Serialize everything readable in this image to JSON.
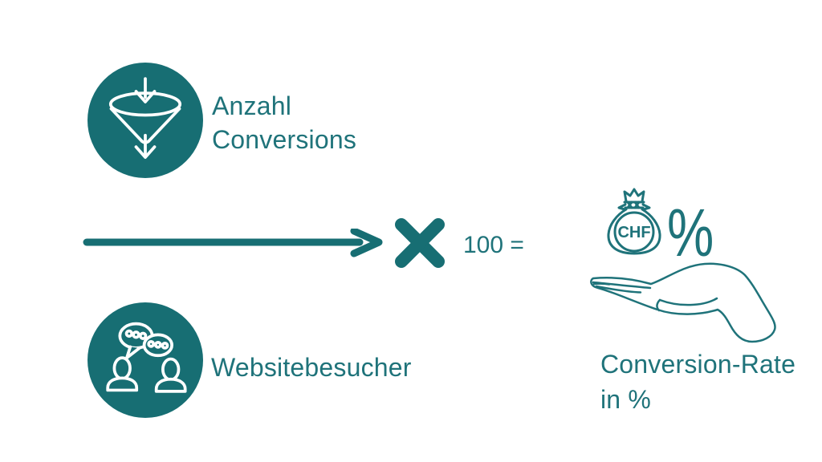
{
  "colors": {
    "teal_fill": "#176e73",
    "teal_text": "#1f737a",
    "teal_outline": "#1f737a",
    "icon_stroke_on_circle": "#ffffff",
    "background": "#ffffff"
  },
  "diagram": {
    "numerator": {
      "icon": "funnel-icon",
      "line1": "Anzahl",
      "line2": "Conversions"
    },
    "fraction_divider": {
      "icon": "arrow-right-icon"
    },
    "denominator": {
      "icon": "people-chat-icon",
      "label": "Websitebesucher"
    },
    "operation": {
      "icon": "multiply-icon",
      "text": "100 ="
    },
    "result": {
      "money_bag_icon": "money-bag-icon",
      "money_bag_currency": "CHF",
      "percent_symbol": "%",
      "hand_icon": "open-hand-icon",
      "line1": "Conversion-Rate",
      "line2": "in %"
    }
  }
}
